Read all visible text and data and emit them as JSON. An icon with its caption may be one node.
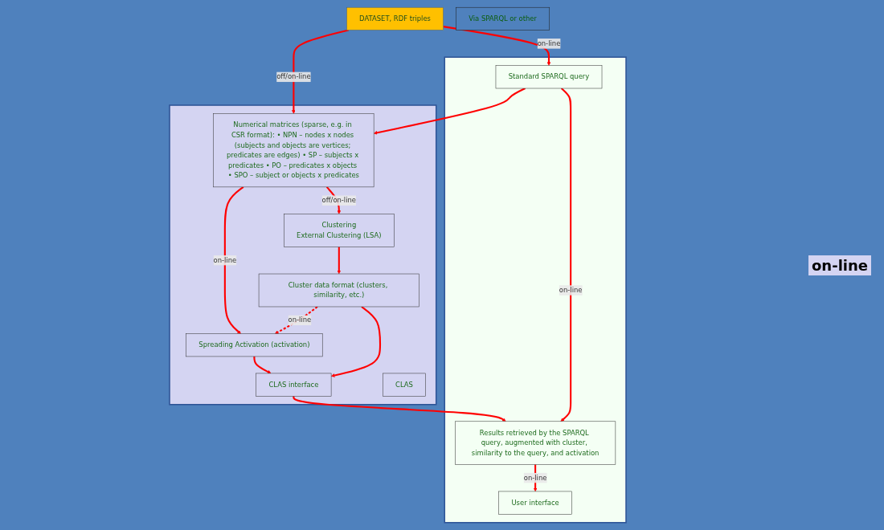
{
  "diagram": {
    "nodes": [
      {
        "text": [
          "DATASET, RDF triples"
        ]
      },
      {
        "text": [
          "Via SPARQL or other"
        ]
      },
      {
        "text": [],
        "shape": "box"
      },
      {
        "text": [
          "Numerical matrices (sparse, e.g. in CSR format): • NPN – nodes x nodes (subjects and objects are vertices; predicates are edges) • SP – subjects x predicates • PO – predicates x objects • SPO – subject or objects x predicates"
        ],
        "in": 2
      },
      {
        "text": [
          "Clustering",
          "External Clustering (LSA)"
        ],
        "in": 2
      },
      {
        "text": [
          "Spreading Activation (activation)"
        ],
        "in": 2
      },
      {
        "text": [
          "Cluster data format (clusters, similarity, etc.)"
        ],
        "in": 2
      },
      {
        "text": [
          "CLAS interface"
        ],
        "in": 2
      },
      {
        "text": [
          "CLAS"
        ],
        "in": 2
      },
      {
        "text": [],
        "shape": "box"
      },
      {
        "text": [
          "Standard SPARQL query"
        ],
        "in": 9
      },
      {
        "text": [
          "Results retrieved by the SPARQL query, augmented with cluster, similarity to the query, and activation"
        ],
        "in": 9
      },
      {
        "text": [
          "User interface"
        ],
        "in": 9
      }
    ],
    "edges": [
      {
        "from": 0,
        "to": 3,
        "arrow": "to",
        "label": "off/on-line"
      },
      {
        "from": 0,
        "to": 10,
        "arrow": "to",
        "label": "on-line"
      },
      {
        "from": 10,
        "to": 3,
        "arrow": "to"
      },
      {
        "from": 3,
        "to": 4,
        "arrow": "to",
        "label": "off/on-line"
      },
      {
        "from": 3,
        "to": 5,
        "arrow": "to",
        "label": "on-line"
      },
      {
        "from": 4,
        "to": 6,
        "arrow": "to"
      },
      {
        "from": 6,
        "to": 5,
        "arrow": "to",
        "label": "on-line",
        "style": "dashed"
      },
      {
        "from": 5,
        "to": 7,
        "arrow": "to"
      },
      {
        "from": 6,
        "to": 7,
        "arrow": "to"
      },
      {
        "from": 7,
        "to": 11,
        "arrow": "to"
      },
      {
        "from": 10,
        "to": 11,
        "arrow": "to",
        "label": "on-line"
      },
      {
        "from": 11,
        "to": 12,
        "arrow": "to",
        "label": "on-line"
      }
    ],
    "labels": [
      "on-line"
    ]
  }
}
